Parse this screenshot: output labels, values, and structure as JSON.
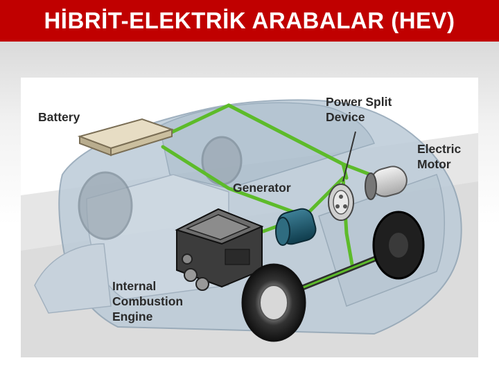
{
  "slide": {
    "title": "HİBRİT-ELEKTRİK ARABALAR (HEV)",
    "colors": {
      "title_bg": "#c00000",
      "title_text": "#ffffff",
      "power_line": "#5dbb2a"
    }
  },
  "diagram": {
    "labels": {
      "battery": "Battery",
      "power_split": "Power Split\nDevice",
      "electric_motor": "Electric\nMotor",
      "generator": "Generator",
      "engine": "Internal\nCombustion\nEngine"
    }
  }
}
